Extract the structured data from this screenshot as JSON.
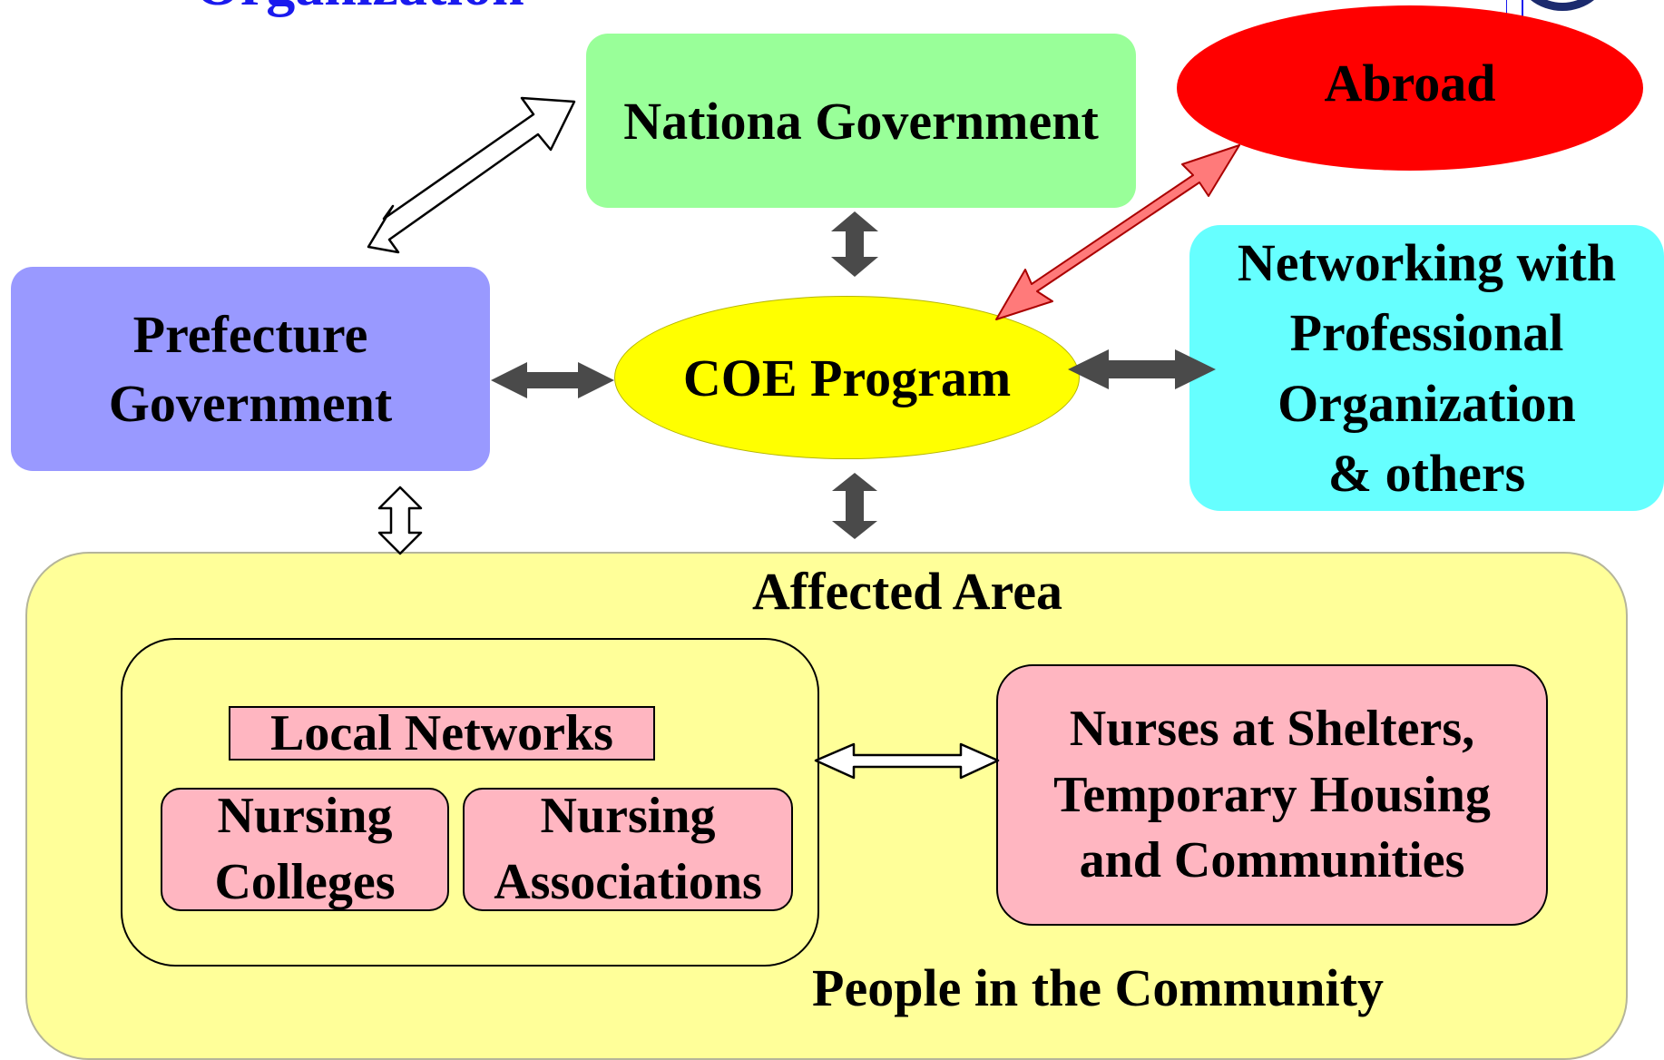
{
  "title_fragment": "Organization",
  "nodes": {
    "national": "Nationa Government",
    "abroad": "Abroad",
    "prefecture": [
      "Prefecture",
      "Government"
    ],
    "coe": "COE Program",
    "networking": [
      "Networking with",
      "Professional",
      "Organization",
      "& others"
    ]
  },
  "affected_area": {
    "label": "Affected Area",
    "local_networks": "Local Networks",
    "nursing_colleges": [
      "Nursing",
      "Colleges"
    ],
    "nursing_associations": [
      "Nursing",
      "Associations"
    ],
    "shelters": [
      "Nurses at Shelters,",
      "Temporary Housing",
      "and Communities"
    ],
    "people": "People in the Community"
  },
  "colors": {
    "national": "#99ff99",
    "abroad": "#ff0000",
    "prefecture": "#9999ff",
    "coe": "#ffff00",
    "networking": "#66ffff",
    "area": "#ffff99",
    "pink": "#ffb6c1",
    "title": "#1a1aee",
    "dark_arrow": "#4a4a4a",
    "red_arrow": "#ff7a7a"
  }
}
